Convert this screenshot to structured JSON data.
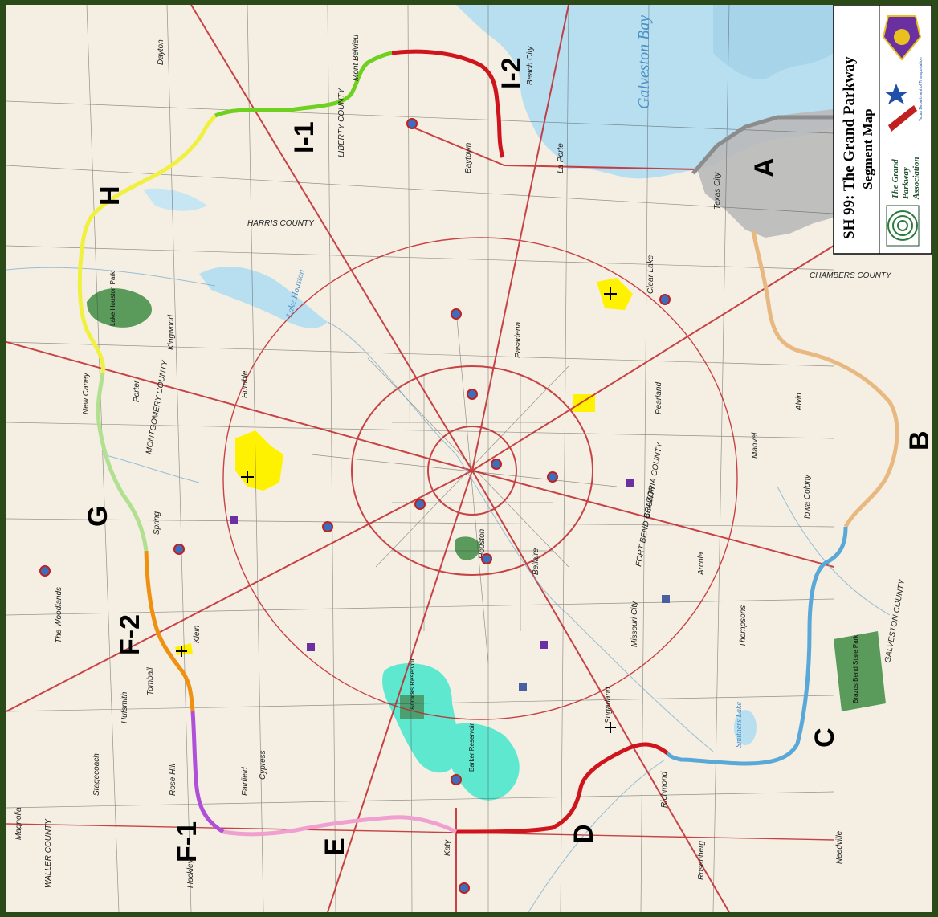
{
  "map": {
    "title": "SH 99:  The Grand Parkway",
    "subtitle": "Segment Map",
    "association": [
      "The Grand",
      "Parkway",
      "Association"
    ],
    "txdot_text": "Texas Department of Transportation",
    "segments": [
      {
        "id": "A",
        "label": "A",
        "color": "#9a9a9a"
      },
      {
        "id": "B",
        "label": "B",
        "color": "#e8b880"
      },
      {
        "id": "C",
        "label": "C",
        "color": "#5aa8d8"
      },
      {
        "id": "D",
        "label": "D",
        "color": "#d0141c"
      },
      {
        "id": "E",
        "label": "E",
        "color": "#f0a0d0"
      },
      {
        "id": "F1",
        "label": "F-1",
        "color": "#b050d8"
      },
      {
        "id": "F2",
        "label": "F-2",
        "color": "#f09010"
      },
      {
        "id": "G",
        "label": "G",
        "color": "#b0e090"
      },
      {
        "id": "H",
        "label": "H",
        "color": "#f0f040"
      },
      {
        "id": "I1",
        "label": "I-1",
        "color": "#70d020"
      },
      {
        "id": "I2",
        "label": "I-2",
        "color": "#d0141c"
      }
    ],
    "water": {
      "bay": "Galveston Bay",
      "lake_houston": "Lake Houston",
      "addicks": "Addicks Reservoir",
      "barker": "Barker Reservoir",
      "smithers": "Smithers Lake"
    },
    "parks": {
      "lake_houston_park": "Lake Houston Park",
      "brazos_bend": "Brazos Bend State Park"
    },
    "towns": {
      "dayton": "Dayton",
      "mont_belvieu": "Mont Belvieu",
      "beach_city": "Beach City",
      "baytown": "Baytown",
      "la_porte": "La Porte",
      "texas_city": "Texas City",
      "pasadena": "Pasadena",
      "clear_lake": "Clear Lake",
      "pearland": "Pearland",
      "alvin": "Alvin",
      "manvel": "Manvel",
      "iowa_colony": "Iowa Colony",
      "arcola": "Arcola",
      "thompsons": "Thompsons",
      "missouri_city": "Missouri City",
      "sugar_land": "Sugarland",
      "richmond": "Richmond",
      "rosenberg": "Rosenberg",
      "needville": "Needville",
      "houston": "Houston",
      "bellaire": "Bellaire",
      "humble": "Humble",
      "kingwood": "Kingwood",
      "porter": "Porter",
      "new_caney": "New Caney",
      "spring": "Spring",
      "the_woodlands": "The Woodlands",
      "klein": "Klein",
      "tomball": "Tomball",
      "hufsmith": "Hufsmith",
      "stagecoach": "Stagecoach",
      "rose_hill": "Rose Hill",
      "fairfield": "Fairfield",
      "cypress": "Cypress",
      "hockley": "Hockley",
      "magnolia": "Magnolia",
      "katy": "Katy",
      "waller_county": "WALLER COUNTY",
      "harris_county": "HARRIS COUNTY",
      "montgomery_county": "MONTGOMERY COUNTY",
      "liberty_county": "LIBERTY COUNTY",
      "chambers_county": "CHAMBERS COUNTY",
      "brazoria_county": "BRAZORIA COUNTY",
      "fort_bend_county": "FORT BEND COUNTY",
      "galveston_county": "GALVESTON COUNTY"
    }
  }
}
